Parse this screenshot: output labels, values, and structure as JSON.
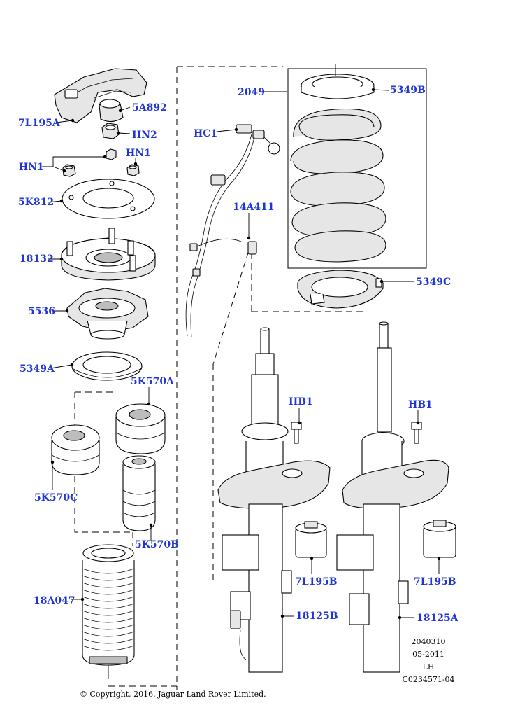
{
  "labels": {
    "l_7L195A_top": "7L195A",
    "l_5A892": "5A892",
    "l_HN2": "HN2",
    "l_HN1_left": "HN1",
    "l_HN1_right": "HN1",
    "l_5K812": "5K812",
    "l_18132": "18132",
    "l_5536": "5536",
    "l_5349A": "5349A",
    "l_5K570A": "5K570A",
    "l_5K570C": "5K570C",
    "l_5K570B": "5K570B",
    "l_18A047": "18A047",
    "l_2049": "2049",
    "l_5349B": "5349B",
    "l_HC1": "HC1",
    "l_14A411": "14A411",
    "l_5349C": "5349C",
    "l_HB1_left": "HB1",
    "l_HB1_right": "HB1",
    "l_7L195B_left": "7L195B",
    "l_7L195B_right": "7L195B",
    "l_18125B": "18125B",
    "l_18125A": "18125A"
  },
  "reference_block": {
    "line1": "2040310",
    "line2": "05-2011",
    "line3": "LH",
    "line4": "C0234571-04"
  },
  "copyright": "© Copyright, 2016. Jaguar Land Rover Limited.",
  "colors": {
    "label_blue": "#1f35d6",
    "line": "#000000",
    "background": "#ffffff"
  }
}
